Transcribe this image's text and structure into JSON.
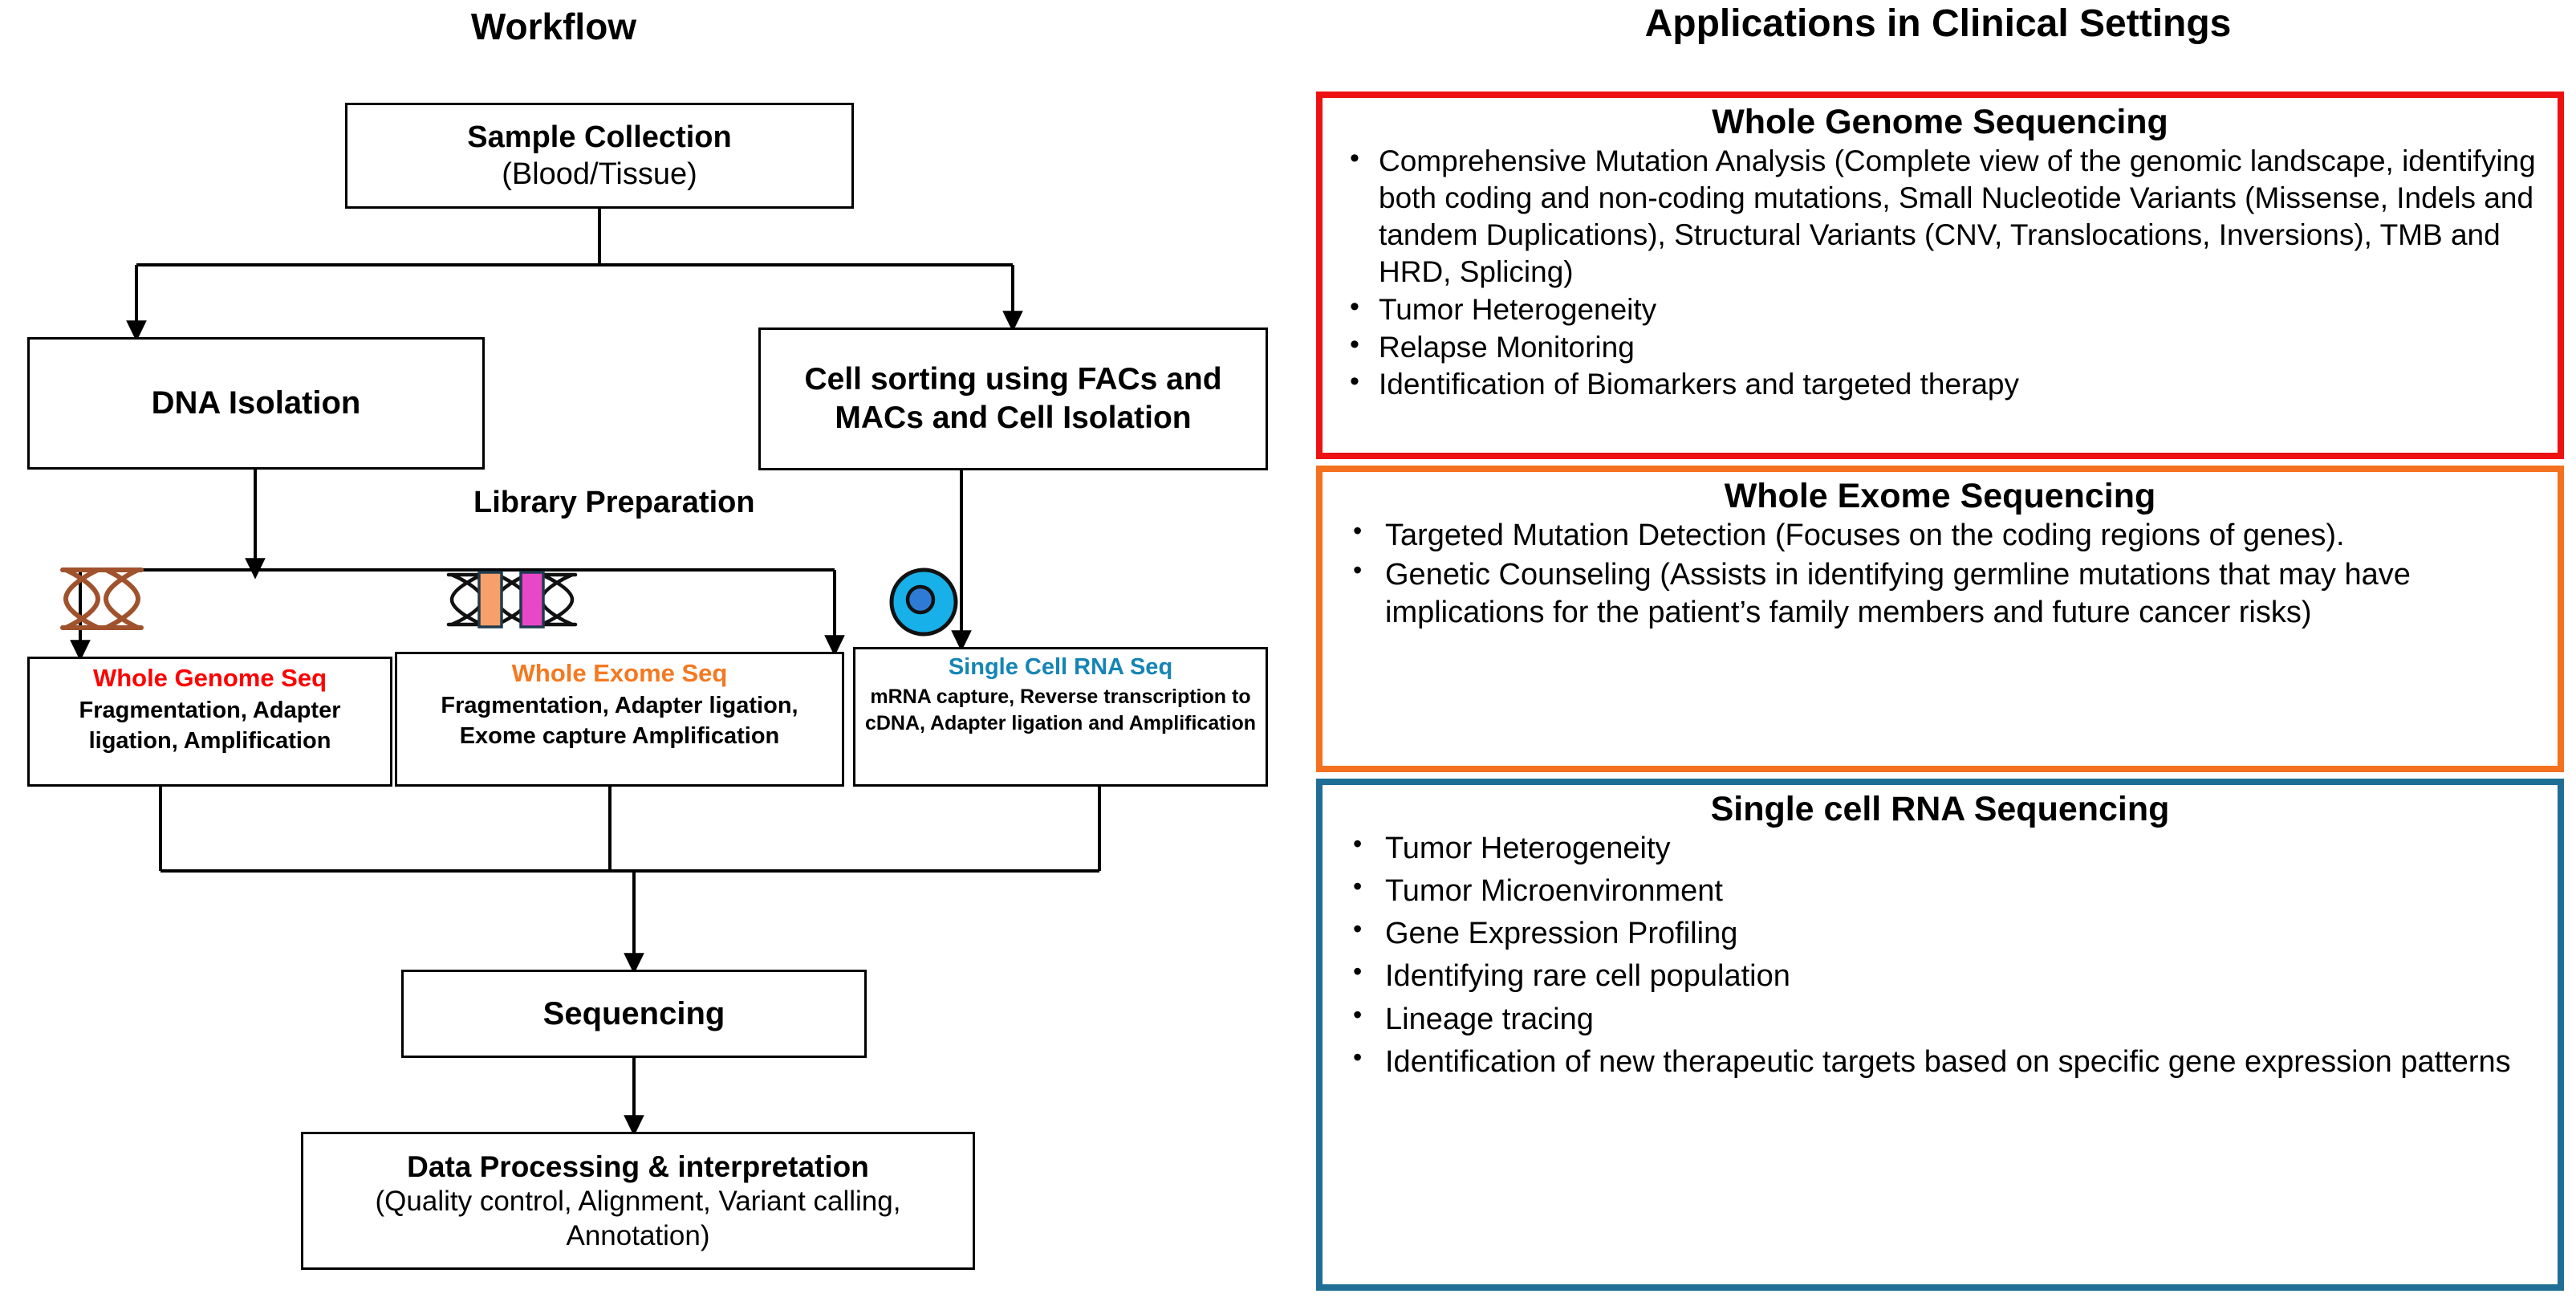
{
  "workflow": {
    "title": "Workflow",
    "library_prep_label": "Library Preparation",
    "boxes": {
      "sample_collection": {
        "title": "Sample Collection",
        "subtitle": "(Blood/Tissue)"
      },
      "dna_isolation": {
        "title": "DNA Isolation"
      },
      "cell_sorting": {
        "line1": "Cell sorting using  FACs and",
        "line2": "MACs and Cell Isolation"
      },
      "sequencing": {
        "title": "Sequencing"
      },
      "data_processing": {
        "title": "Data Processing & interpretation",
        "subtitle": "(Quality control, Alignment, Variant calling, Annotation)"
      }
    },
    "library_boxes": [
      {
        "key": "wgs",
        "heading": "Whole Genome Seq",
        "heading_color": "#FF0000",
        "body": "Fragmentation, Adapter ligation, Amplification",
        "icon": "dna-helix-brown-icon"
      },
      {
        "key": "wes",
        "heading": "Whole Exome Seq",
        "heading_color": "#F47920",
        "body": "Fragmentation, Adapter ligation, Exome capture Amplification",
        "icon": "dna-helix-exon-capture-icon"
      },
      {
        "key": "scrna",
        "heading": "Single Cell RNA Seq",
        "heading_color": "#1485B5",
        "body": "mRNA capture, Reverse transcription to cDNA, Adapter ligation and Amplification",
        "icon": "single-cell-icon"
      }
    ]
  },
  "applications": {
    "title": "Applications in Clinical Settings",
    "boxes": [
      {
        "key": "wgs",
        "title": "Whole Genome Sequencing",
        "border_color": "#EE1111",
        "bullets": [
          "Comprehensive Mutation Analysis (Complete view of the genomic landscape, identifying both coding and non-coding mutations, Small Nucleotide Variants (Missense, Indels and tandem Duplications), Structural Variants (CNV, Translocations, Inversions), TMB and HRD, Splicing)",
          "Tumor Heterogeneity",
          "Relapse Monitoring",
          "Identification of Biomarkers and targeted therapy"
        ]
      },
      {
        "key": "wes",
        "title": "Whole Exome Sequencing",
        "border_color": "#F4711F",
        "bullets": [
          "Targeted Mutation Detection (Focuses on the coding regions of genes).",
          "Genetic Counseling (Assists in identifying germline mutations that may have implications for the patient’s family members and future cancer risks)"
        ]
      },
      {
        "key": "scrna",
        "title": "Single cell RNA Sequencing",
        "border_color": "#1F6E96",
        "bullets": [
          "Tumor Heterogeneity",
          "Tumor Microenvironment",
          "Gene Expression Profiling",
          "Identifying rare cell population",
          "Lineage tracing",
          "Identification of new therapeutic targets based on specific gene expression patterns"
        ]
      }
    ]
  },
  "colors": {
    "dna_helix_brown": "#A0522D",
    "exon_orange": "#F7A06A",
    "exon_magenta": "#E847C8",
    "cell_cytoplasm": "#17B0E8",
    "cell_nucleus": "#2E7BD6",
    "arrow_black": "#000000"
  }
}
